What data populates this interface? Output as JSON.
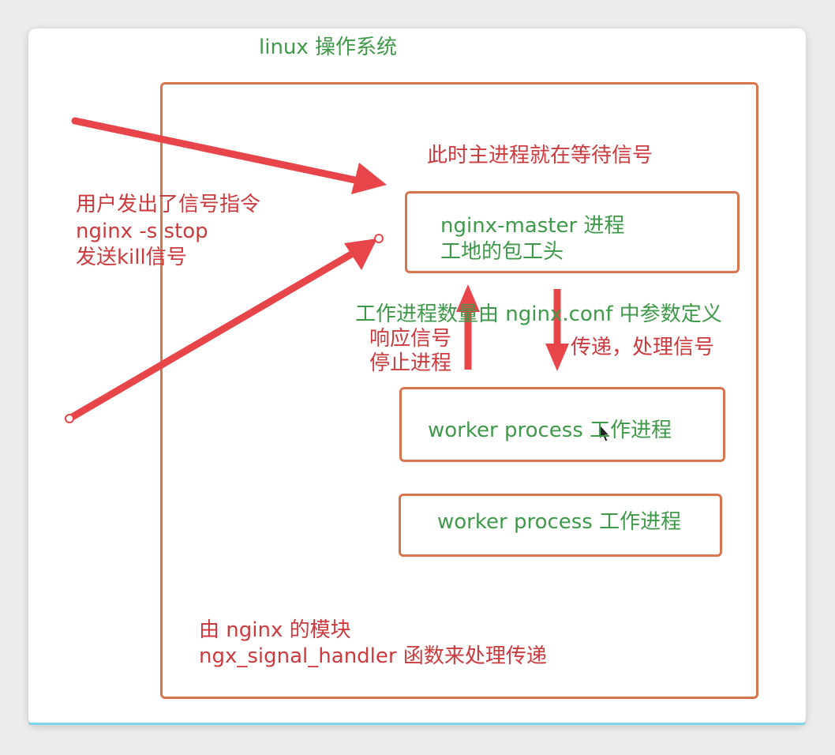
{
  "title": "linux 操作系统",
  "master_waiting": "此时主进程就在等待信号",
  "user_signal": {
    "line1": "用户发出了信号指令",
    "line2": "nginx -s stop",
    "line3": "发送kill信号"
  },
  "master_box": {
    "line1": "nginx-master 进程",
    "line2": "工地的包工头"
  },
  "worker_count_note": "工作进程数量由 nginx.conf 中参数定义",
  "respond": {
    "line1": "响应信号",
    "line2": "停止进程"
  },
  "transfer": "传递，处理信号",
  "workers": [
    {
      "label": "worker process 工作进程"
    },
    {
      "label": "worker process 工作进程"
    }
  ],
  "module_note": {
    "line1": "由 nginx 的模块",
    "line2": "ngx_signal_handler 函数来处理传递"
  },
  "colors": {
    "box_border": "#d9754e",
    "arrow": "#e8454a",
    "green_text": "#3e9a48",
    "red_text": "#cc3a3e"
  }
}
